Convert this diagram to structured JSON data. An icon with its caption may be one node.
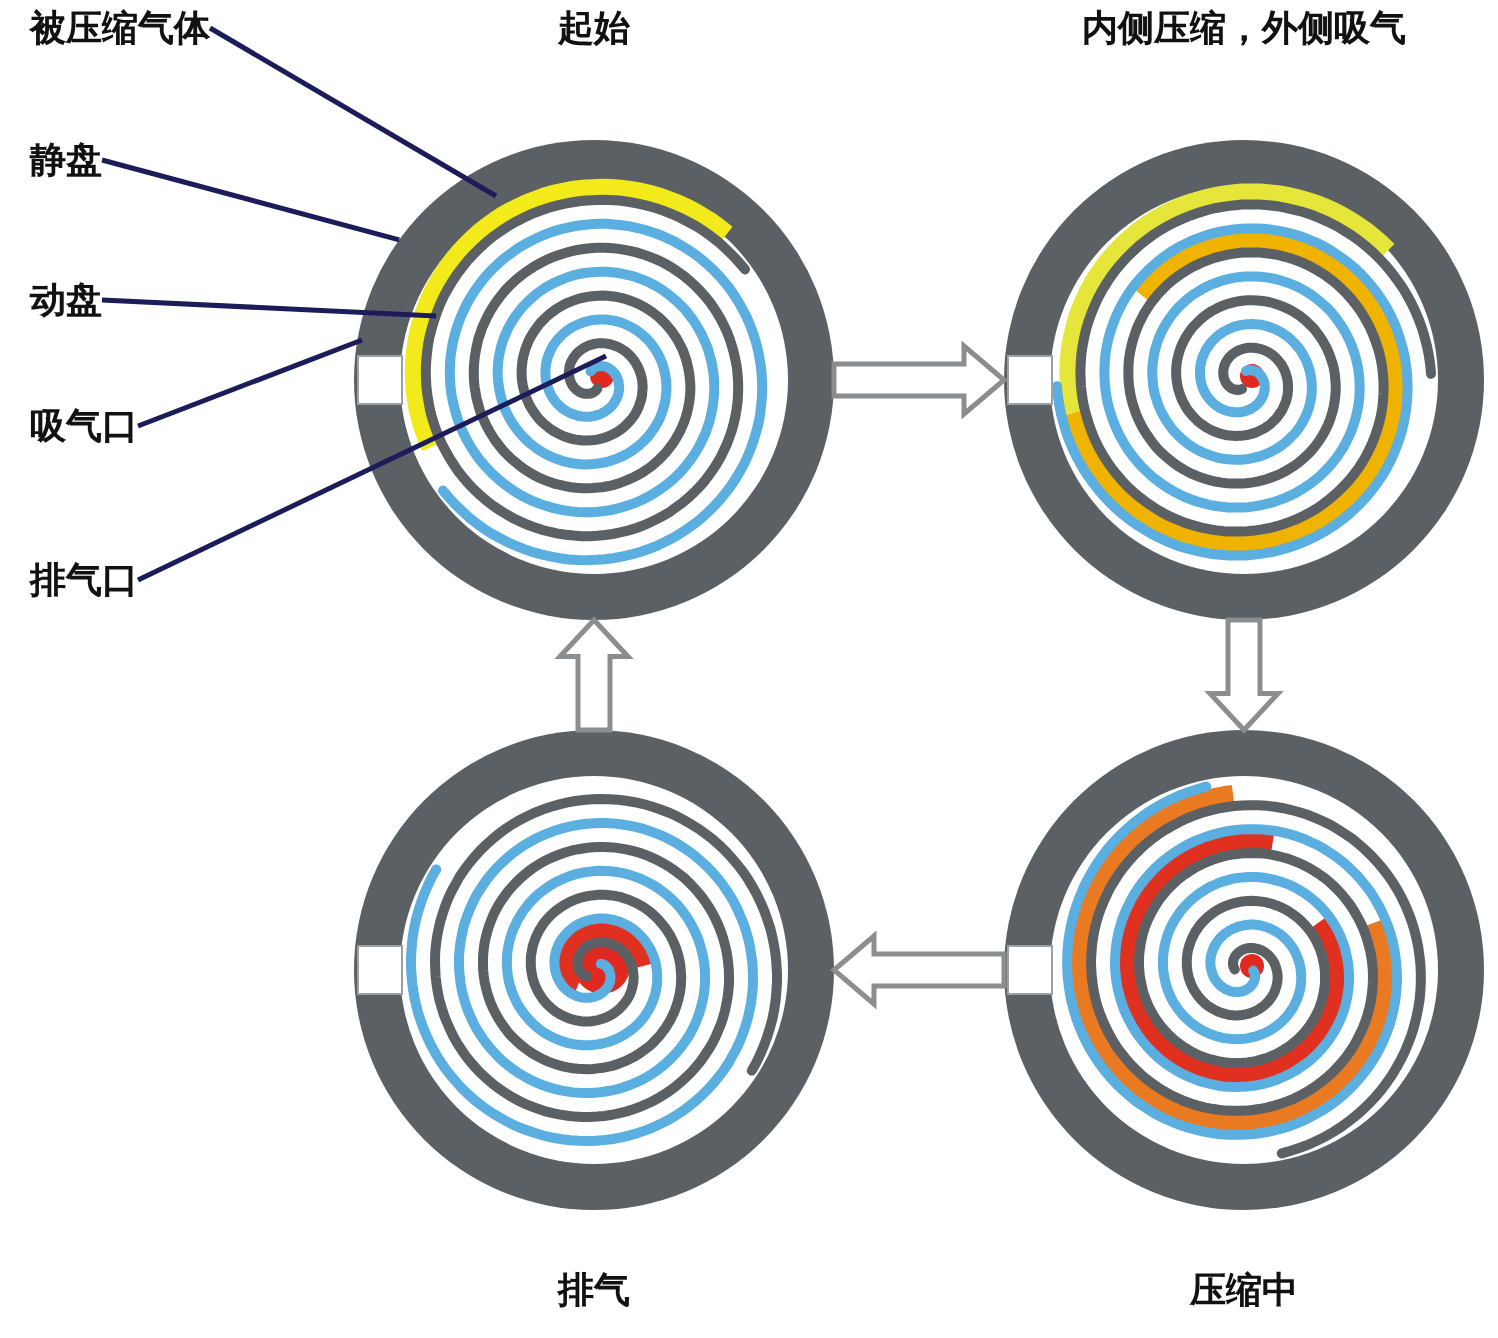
{
  "diagram": {
    "nodes": [
      {
        "text": [
          "起始"
        ]
      },
      {
        "text": [
          "内侧压缩，外侧吸气"
        ]
      },
      {
        "text": [
          "排气"
        ]
      },
      {
        "text": [
          "压缩中"
        ]
      },
      {
        "text": [
          "被压缩气体"
        ]
      },
      {
        "text": [
          "静盘"
        ]
      },
      {
        "text": [
          "动盘"
        ]
      },
      {
        "text": [
          "吸气口"
        ]
      },
      {
        "text": [
          "排气口"
        ]
      }
    ],
    "edges": [
      {
        "from": 0,
        "to": 1,
        "arrow": "to"
      },
      {
        "from": 1,
        "to": 3,
        "arrow": "to"
      },
      {
        "from": 3,
        "to": 2,
        "arrow": "to"
      },
      {
        "from": 2,
        "to": 0,
        "arrow": "to"
      },
      {
        "from": 4,
        "to": 0,
        "arrow": "none"
      },
      {
        "from": 5,
        "to": 0,
        "arrow": "none"
      },
      {
        "from": 6,
        "to": 0,
        "arrow": "none"
      },
      {
        "from": 7,
        "to": 0,
        "arrow": "none"
      },
      {
        "from": 8,
        "to": 0,
        "arrow": "none"
      }
    ]
  }
}
